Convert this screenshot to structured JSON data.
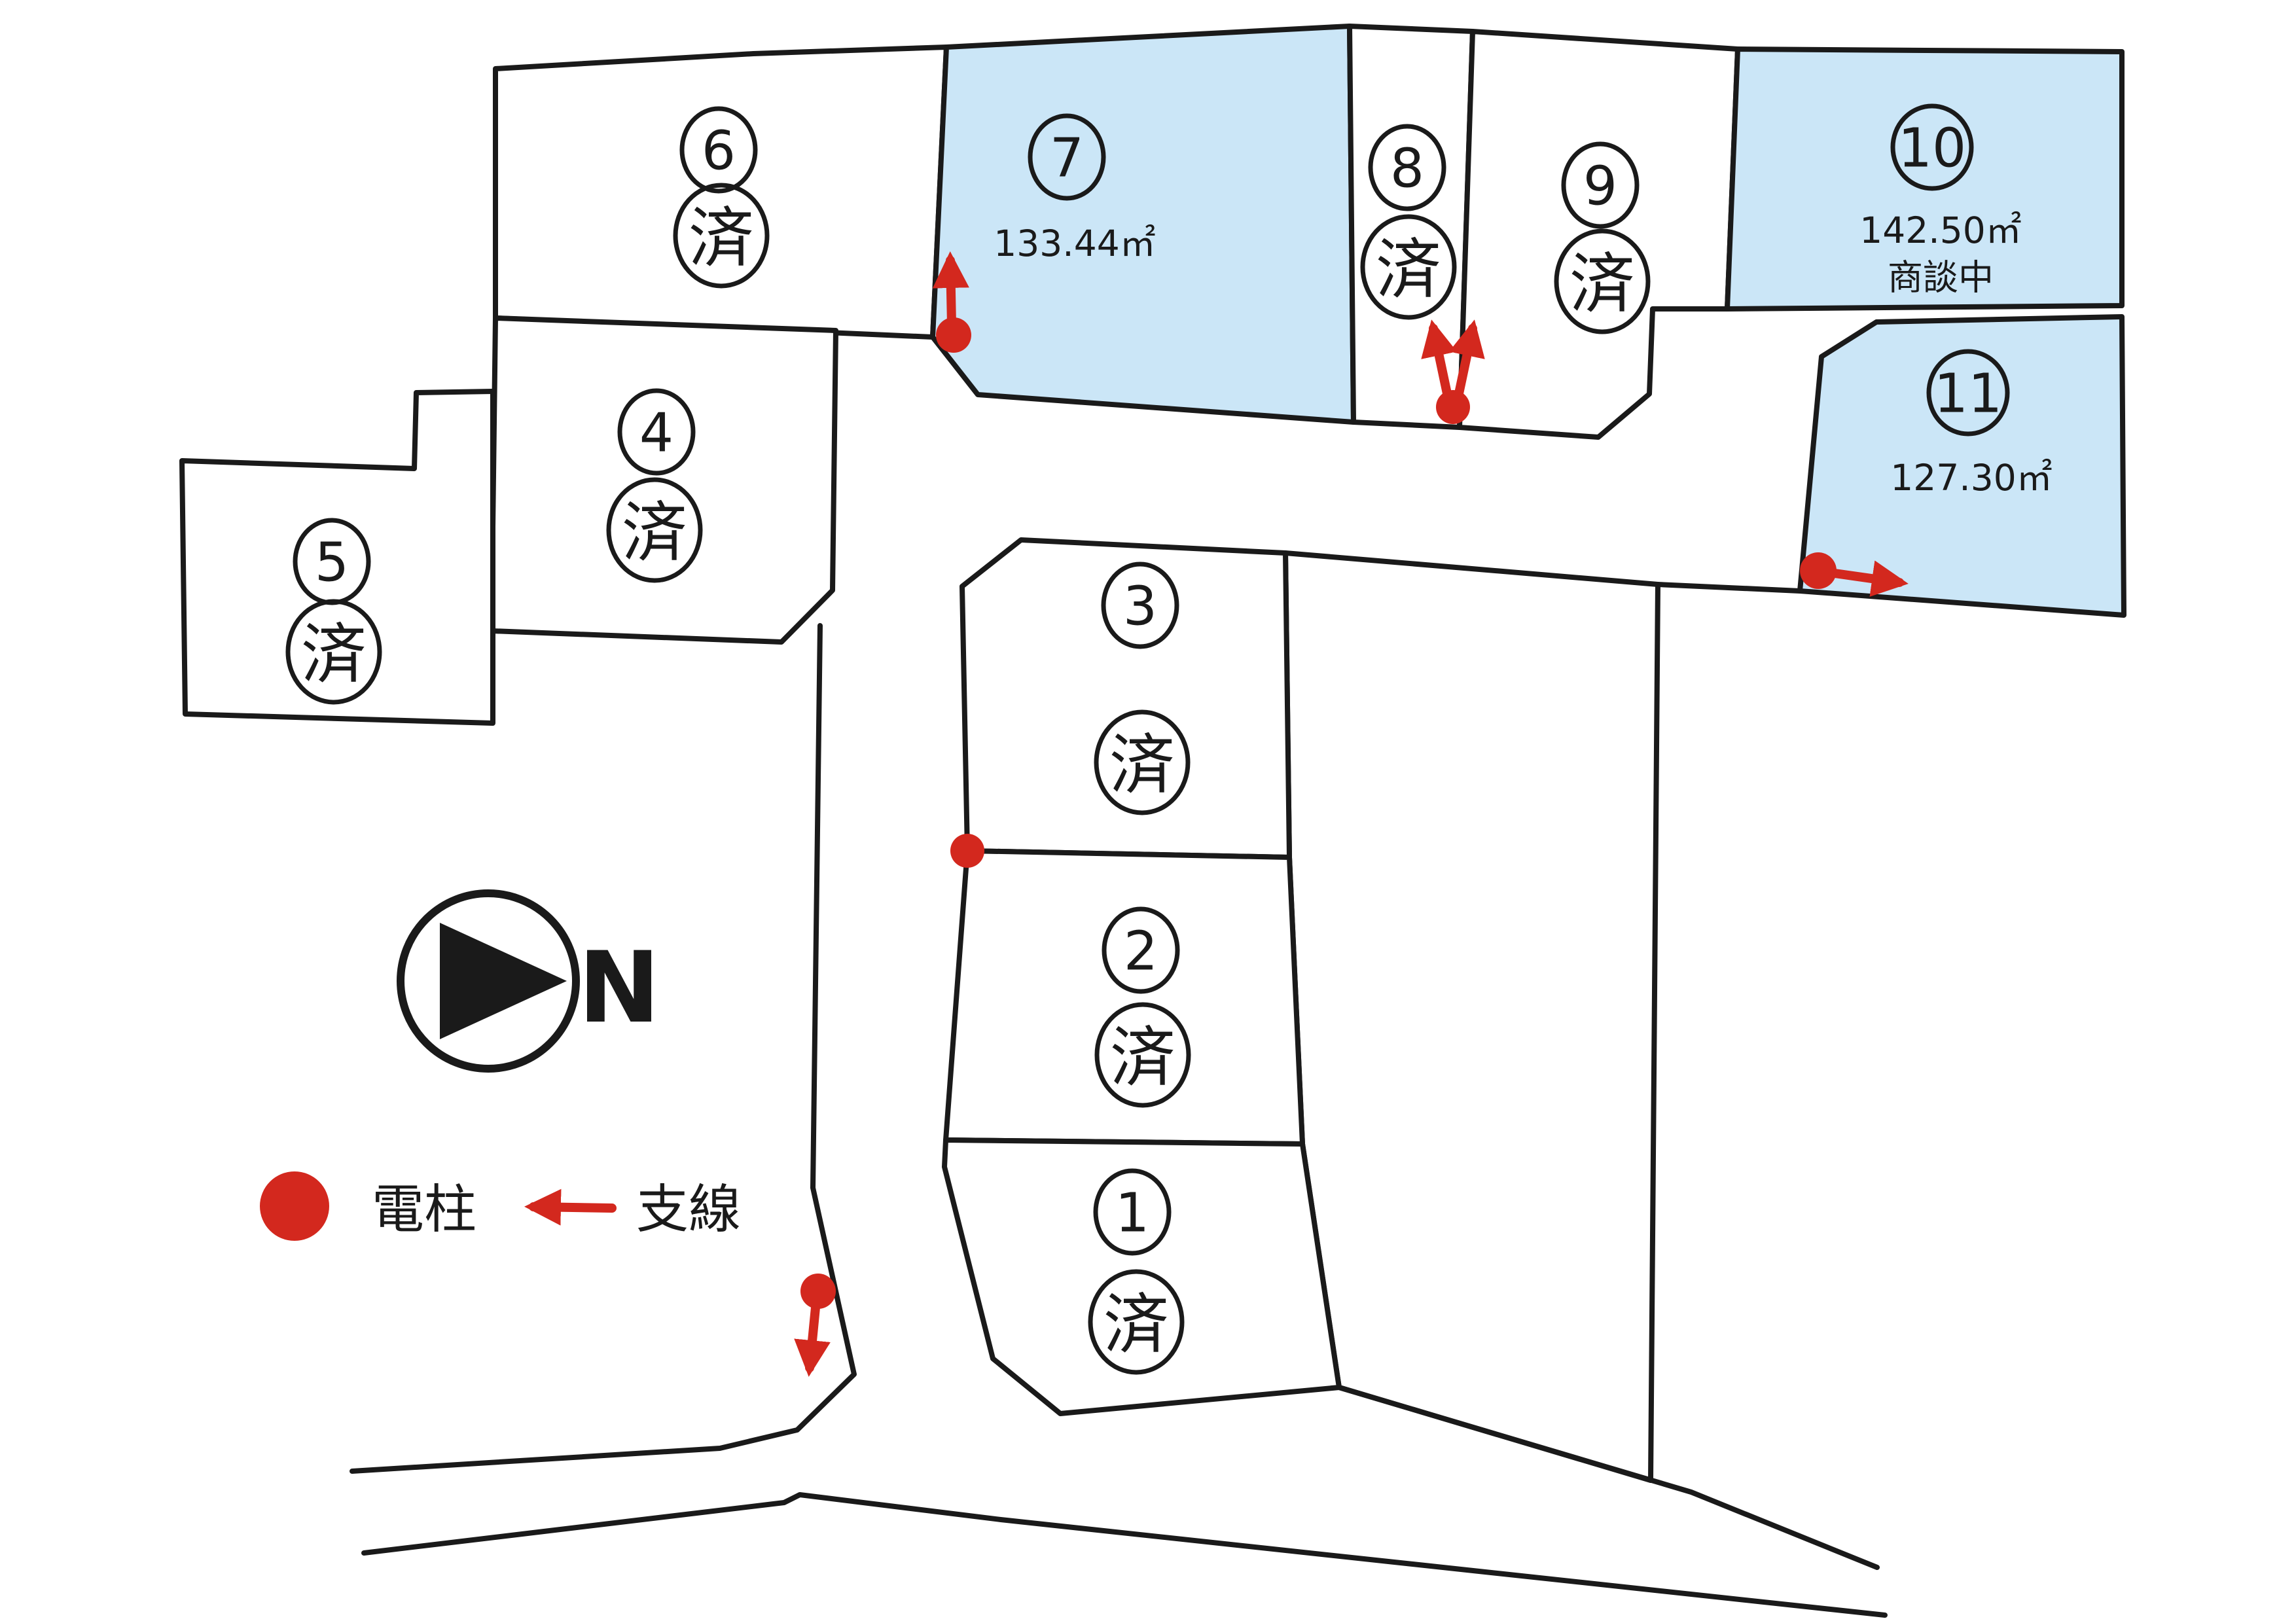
{
  "map": {
    "colors": {
      "highlight_fill": "#cbe6f7",
      "marker_red": "#d3281e",
      "line_black": "#1a1a1a",
      "background": "#ffffff"
    },
    "compass": {
      "label": "N"
    },
    "legend": {
      "pole": "電柱",
      "guy_wire": "支線"
    },
    "lots": [
      {
        "number": "1",
        "status": "済"
      },
      {
        "number": "2",
        "status": "済"
      },
      {
        "number": "3",
        "status": "済"
      },
      {
        "number": "4",
        "status": "済"
      },
      {
        "number": "5",
        "status": "済"
      },
      {
        "number": "6",
        "status": "済"
      },
      {
        "number": "7",
        "area": "133.44㎡"
      },
      {
        "number": "8",
        "status": "済"
      },
      {
        "number": "9",
        "status": "済"
      },
      {
        "number": "10",
        "area": "142.50㎡",
        "note": "商談中"
      },
      {
        "number": "11",
        "area": "127.30㎡"
      }
    ]
  }
}
